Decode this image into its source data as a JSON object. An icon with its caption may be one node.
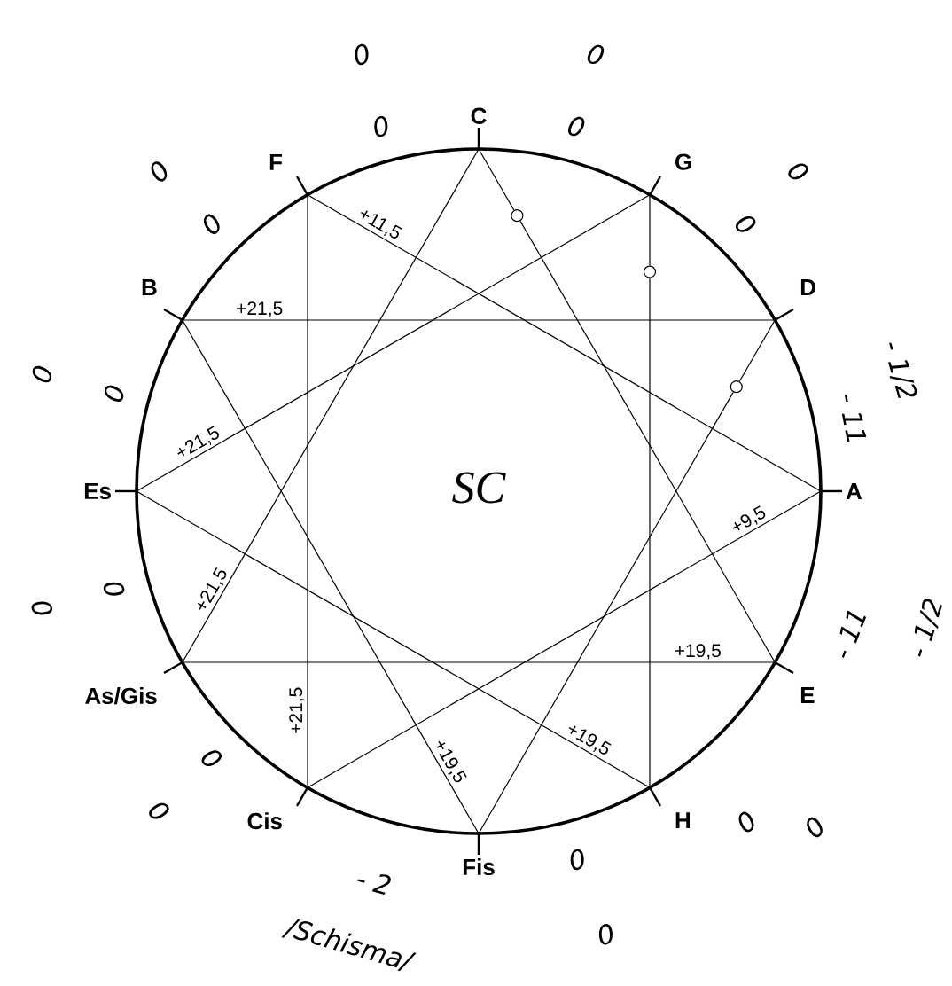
{
  "diagram": {
    "nodes": [
      {
        "text": [
          "C"
        ]
      },
      {
        "text": [
          "F"
        ]
      },
      {
        "text": [
          "G"
        ]
      },
      {
        "text": [
          "B"
        ]
      },
      {
        "text": [
          "D"
        ]
      },
      {
        "text": [
          "Es"
        ]
      },
      {
        "text": [
          "A"
        ]
      },
      {
        "text": [
          "As/Gis"
        ]
      },
      {
        "text": [
          "E"
        ]
      },
      {
        "text": [
          "Cis"
        ]
      },
      {
        "text": [
          "H"
        ]
      },
      {
        "text": [
          "Fis"
        ]
      },
      {
        "text": [],
        "shape": "circle"
      },
      {
        "text": [],
        "shape": "circle"
      },
      {
        "text": [],
        "shape": "circle"
      }
    ],
    "edges": [
      {
        "from": 0,
        "to": 12,
        "arrow": "none"
      },
      {
        "from": 12,
        "to": 8,
        "arrow": "none"
      },
      {
        "from": 2,
        "to": 13,
        "arrow": "none"
      },
      {
        "from": 13,
        "to": 10,
        "arrow": "none"
      },
      {
        "from": 4,
        "to": 14,
        "arrow": "none"
      },
      {
        "from": 14,
        "to": 11,
        "arrow": "none"
      },
      {
        "from": 1,
        "to": 6,
        "arrow": "none",
        "label": "+11,5"
      },
      {
        "from": 3,
        "to": 4,
        "arrow": "none",
        "label": "+21,5"
      },
      {
        "from": 5,
        "to": 2,
        "arrow": "none",
        "label": "+21,5"
      },
      {
        "from": 7,
        "to": 0,
        "arrow": "none",
        "label": "+21,5"
      },
      {
        "from": 9,
        "to": 1,
        "arrow": "none",
        "label": "+21,5"
      },
      {
        "from": 11,
        "to": 3,
        "arrow": "none",
        "label": "+19,5"
      },
      {
        "from": 10,
        "to": 5,
        "arrow": "none",
        "label": "+19,5"
      },
      {
        "from": 8,
        "to": 7,
        "arrow": "none",
        "label": "+19,5"
      },
      {
        "from": 6,
        "to": 9,
        "arrow": "none",
        "label": "+9,5"
      }
    ],
    "labels": [
      "SC",
      "0",
      "0",
      "0",
      "0",
      "0",
      "0",
      "- 1/2",
      "- 11",
      "- 1/2",
      "- 11",
      "0",
      "0",
      "0",
      "0",
      "/Schisma/",
      "- 2",
      "0",
      "0",
      "0",
      "0",
      "0",
      "0",
      "0",
      "0"
    ]
  }
}
